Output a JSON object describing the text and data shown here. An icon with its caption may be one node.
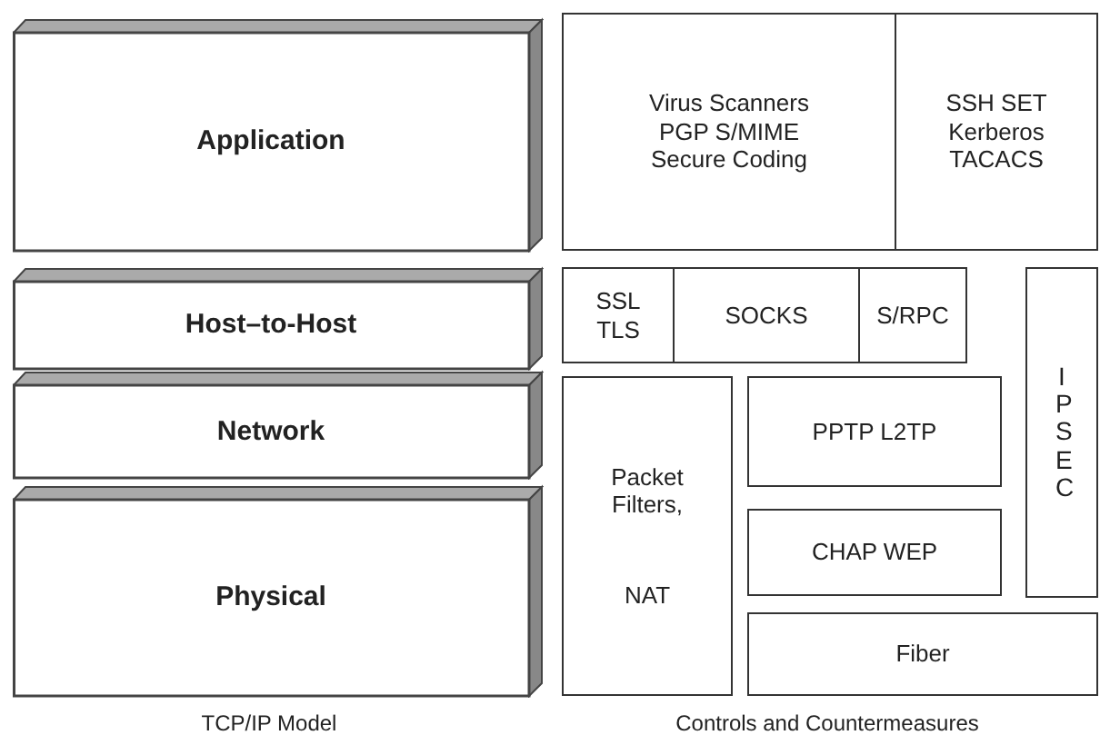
{
  "diagram": {
    "nodes": [
      {
        "text": [
          "Application"
        ]
      },
      {
        "text": [
          "Host–to-Host"
        ]
      },
      {
        "text": [
          "Network"
        ]
      },
      {
        "text": [
          "Physical"
        ]
      },
      {
        "text": [
          "Virus Scanners PGP S/MIME Secure Coding"
        ]
      },
      {
        "text": [
          "SSH SET Kerberos TACACS"
        ]
      },
      {
        "text": [
          "SSL TLS"
        ]
      },
      {
        "text": [
          "SOCKS"
        ]
      },
      {
        "text": [
          "S/RPC"
        ]
      },
      {
        "text": [
          "IPSEC"
        ]
      },
      {
        "text": [
          "Packet Filters,",
          "NAT"
        ]
      },
      {
        "text": [
          "PPTP L2TP"
        ]
      },
      {
        "text": [
          "CHAP WEP"
        ]
      },
      {
        "text": [
          "Fiber"
        ]
      }
    ],
    "labels": [
      "TCP/IP Model",
      "Controls and Countermeasures"
    ]
  }
}
